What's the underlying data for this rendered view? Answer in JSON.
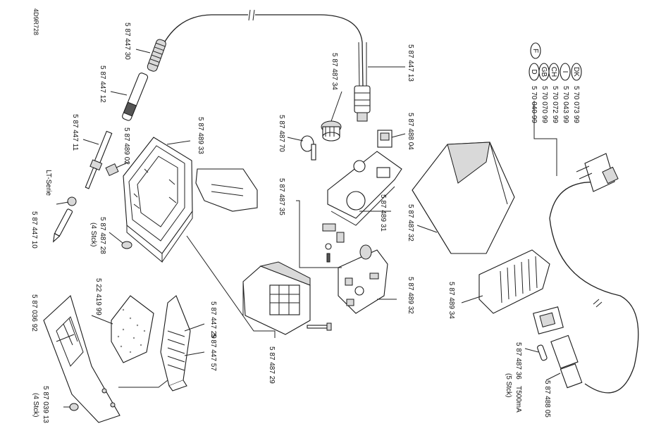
{
  "doc_code": "4D9R728",
  "series_label": "LT-Serie",
  "parts": {
    "p44730": "5 87 447 30",
    "p44712": "5 87 447 12",
    "p44711": "5 87 447 11",
    "p44710": "5 87 447 10",
    "p48933": "5 87 489 33",
    "p48902": "5 87 489 02",
    "p48728": "5 87 487 28",
    "p48728_qty": "(4 Stck)",
    "p48734": "5 87 487 34",
    "p48770": "5 87 487 70",
    "p48735": "5 87 487 35",
    "p48931": "5 87 489 31",
    "p44713": "5 87 447 13",
    "p48804": "5 87 488 04",
    "p48732": "5 87 487 32",
    "p48932": "5 87 489 32",
    "p48729": "5 87 487 29",
    "p41999": "5 22 419 99",
    "p44729": "5 87 447 29",
    "p44757": "5 87 447 57",
    "p03692": "5 87 036 92",
    "p03913": "5 87 039 13",
    "p03913_qty": "(4 Stck)",
    "p48934": "5 87 489 34",
    "p48736": "5 87 487 36",
    "p48736_rating": "T500mA",
    "p48736_qty": "(5 Stck)",
    "p48805": "5 87 488 05"
  },
  "cords": [
    {
      "country": "F",
      "part": ""
    },
    {
      "country": "DK",
      "part": "5 70 073 99"
    },
    {
      "country": "I",
      "part": "5 70 043 99"
    },
    {
      "country": "CH",
      "part": "5 70 072 99"
    },
    {
      "country": "GB",
      "part": "5 70 070 99"
    },
    {
      "country": "D",
      "part": "5 70 040 99"
    }
  ]
}
